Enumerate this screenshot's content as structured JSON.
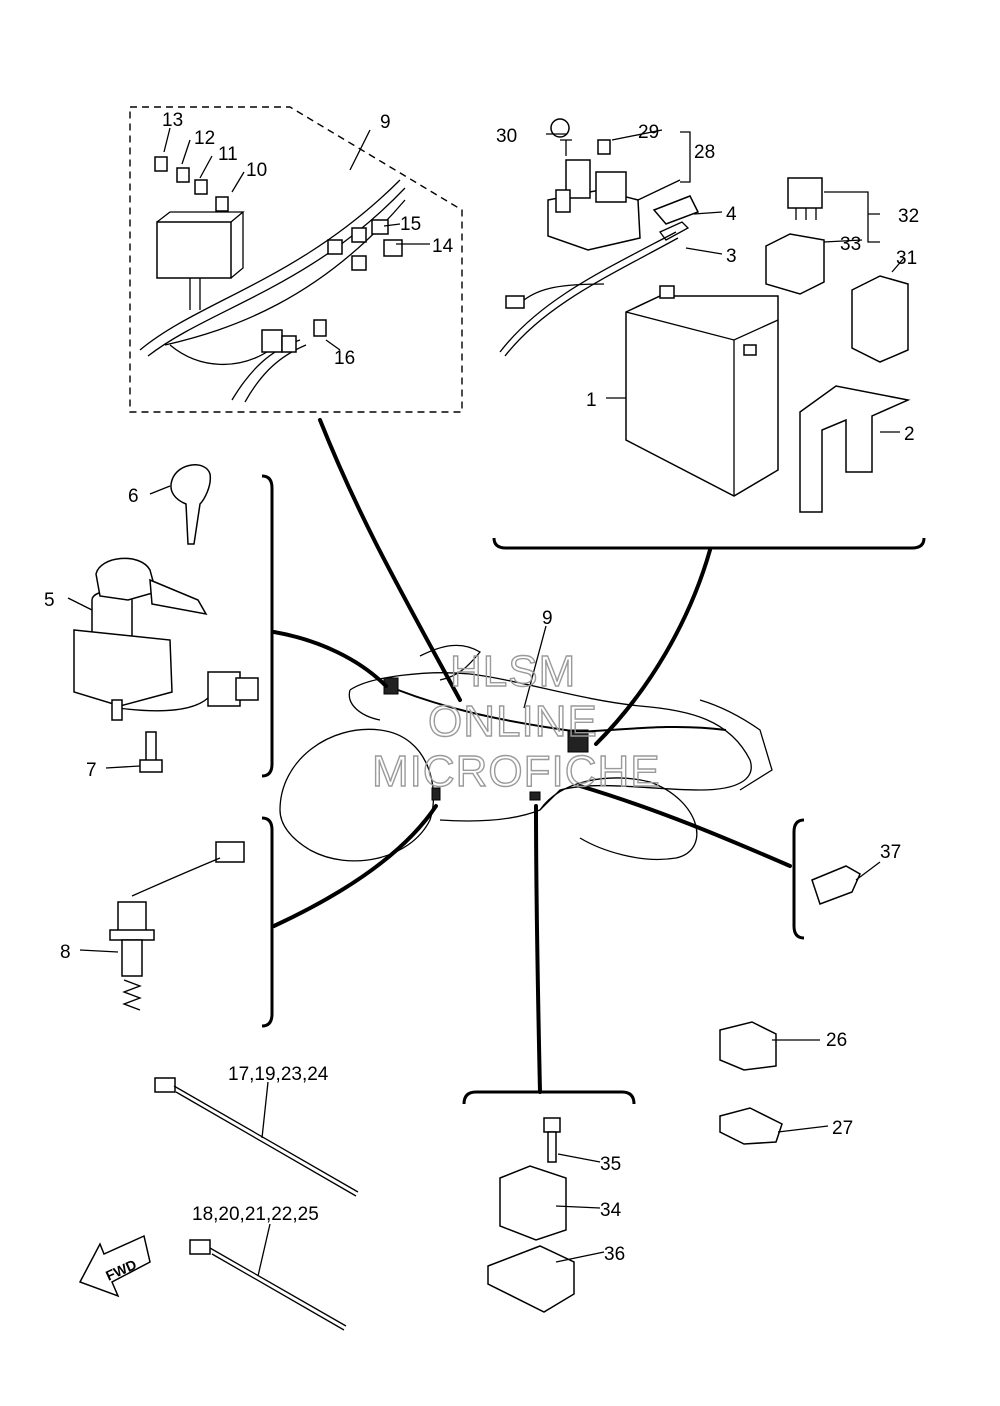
{
  "diagram": {
    "callouts": [
      {
        "id": "c1",
        "text": "1"
      },
      {
        "id": "c2",
        "text": "2"
      },
      {
        "id": "c3",
        "text": "3"
      },
      {
        "id": "c4",
        "text": "4"
      },
      {
        "id": "c5",
        "text": "5"
      },
      {
        "id": "c6",
        "text": "6"
      },
      {
        "id": "c7",
        "text": "7"
      },
      {
        "id": "c8",
        "text": "8"
      },
      {
        "id": "c9a",
        "text": "9"
      },
      {
        "id": "c9b",
        "text": "9"
      },
      {
        "id": "c10",
        "text": "10"
      },
      {
        "id": "c11",
        "text": "11"
      },
      {
        "id": "c12",
        "text": "12"
      },
      {
        "id": "c13",
        "text": "13"
      },
      {
        "id": "c14",
        "text": "14"
      },
      {
        "id": "c15",
        "text": "15"
      },
      {
        "id": "c16",
        "text": "16"
      },
      {
        "id": "c17",
        "text": "17,19,23,24"
      },
      {
        "id": "c18",
        "text": "18,20,21,22,25"
      },
      {
        "id": "c26",
        "text": "26"
      },
      {
        "id": "c27",
        "text": "27"
      },
      {
        "id": "c28",
        "text": "28"
      },
      {
        "id": "c29",
        "text": "29"
      },
      {
        "id": "c30",
        "text": "30"
      },
      {
        "id": "c31",
        "text": "31"
      },
      {
        "id": "c32",
        "text": "32"
      },
      {
        "id": "c33",
        "text": "33"
      },
      {
        "id": "c34",
        "text": "34"
      },
      {
        "id": "c35",
        "text": "35"
      },
      {
        "id": "c36",
        "text": "36"
      },
      {
        "id": "c37",
        "text": "37"
      }
    ],
    "watermark": [
      "HLSM",
      "ONLINE",
      "MICROFICHE"
    ],
    "fwd_label": "FWD"
  }
}
